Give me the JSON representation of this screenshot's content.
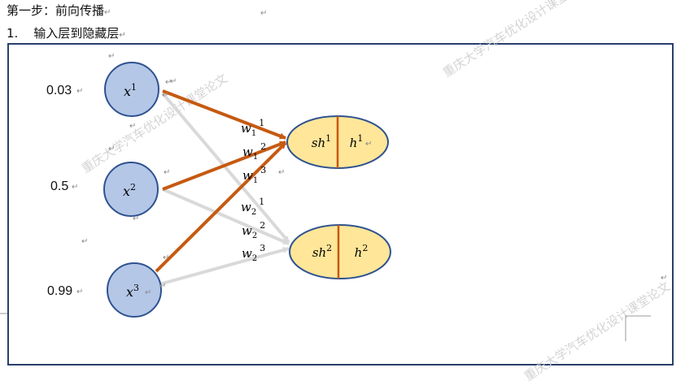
{
  "doc": {
    "heading_step": "第一步：前向传播",
    "heading_section_num": "1.",
    "heading_section_text": "输入层到隐藏层",
    "paragraph_mark": "↵",
    "watermark": "重庆大学汽车优化设计课堂论文"
  },
  "network": {
    "inputs": [
      {
        "value": "0.03",
        "var": "x",
        "sup": "1"
      },
      {
        "value": "0.5",
        "var": "x",
        "sup": "2"
      },
      {
        "value": "0.99",
        "var": "x",
        "sup": "3"
      }
    ],
    "hidden": [
      {
        "sum_var": "sh",
        "out_var": "h",
        "sup": "1"
      },
      {
        "sum_var": "sh",
        "out_var": "h",
        "sup": "2"
      }
    ],
    "weights": [
      {
        "var": "w",
        "sub": "1",
        "sup": "1"
      },
      {
        "var": "w",
        "sub": "1",
        "sup": "2"
      },
      {
        "var": "w",
        "sub": "1",
        "sup": "3"
      },
      {
        "var": "w",
        "sub": "2",
        "sup": "1"
      },
      {
        "var": "w",
        "sub": "2",
        "sup": "2"
      },
      {
        "var": "w",
        "sub": "2",
        "sup": "3"
      }
    ],
    "colors": {
      "input_fill": "#b4c7e7",
      "node_stroke": "#2f528f",
      "hidden_fill": "#ffe699",
      "active_edge": "#c55a11",
      "inactive_edge": "#d9d9d9"
    }
  }
}
